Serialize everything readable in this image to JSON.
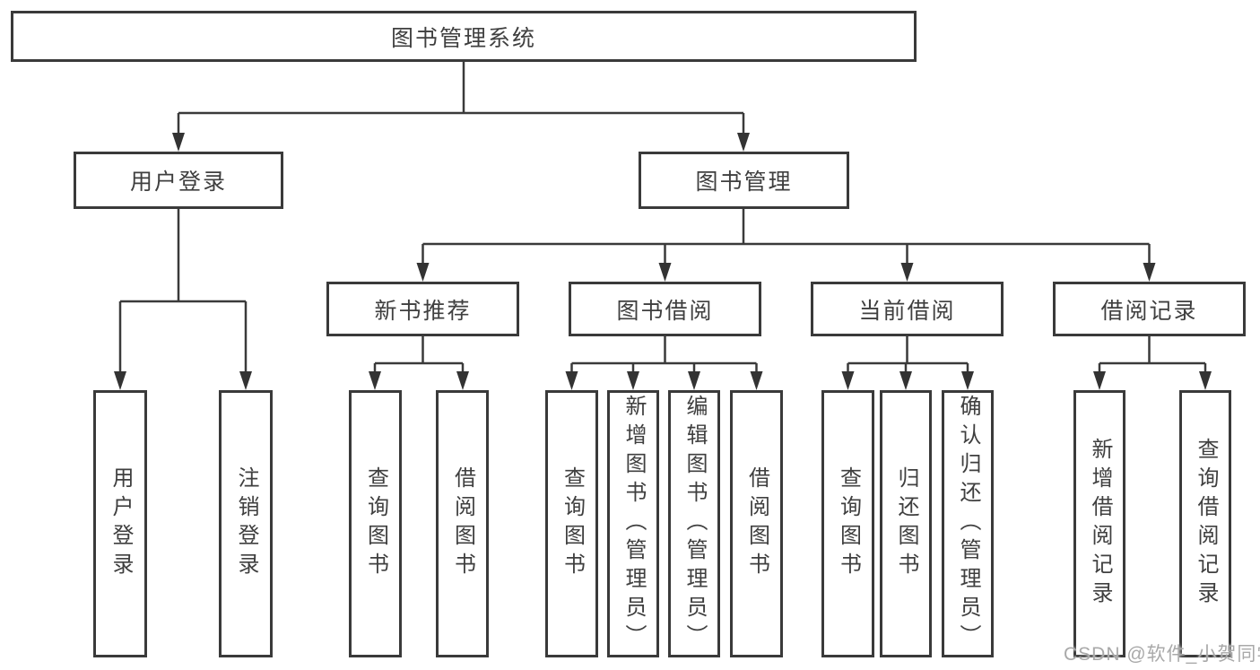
{
  "diagram": {
    "tree": {
      "root": {
        "label": "图书管理系统"
      },
      "branches": [
        {
          "label": "用户登录",
          "children": [
            {
              "label": "用户登录"
            },
            {
              "label": "注销登录"
            }
          ]
        },
        {
          "label": "图书管理",
          "children": [
            {
              "label": "新书推荐",
              "children": [
                {
                  "label": "查询图书"
                },
                {
                  "label": "借阅图书"
                }
              ]
            },
            {
              "label": "图书借阅",
              "children": [
                {
                  "label": "查询图书"
                },
                {
                  "label": "新增图书（管理员）"
                },
                {
                  "label": "编辑图书（管理员）"
                },
                {
                  "label": "借阅图书"
                }
              ]
            },
            {
              "label": "当前借阅",
              "children": [
                {
                  "label": "查询图书"
                },
                {
                  "label": "归还图书"
                },
                {
                  "label": "确认归还（管理员）"
                }
              ]
            },
            {
              "label": "借阅记录",
              "children": [
                {
                  "label": "新增借阅记录"
                },
                {
                  "label": "查询借阅记录"
                }
              ]
            }
          ]
        }
      ]
    }
  },
  "watermark": {
    "text": "CSDN @软件_小贺同学"
  },
  "colors": {
    "line": "#3a3a3a",
    "arrow": "#333333",
    "text": "#3f3f3f",
    "box_fill": "#ffffff",
    "watermark": "#a9a9a9"
  }
}
